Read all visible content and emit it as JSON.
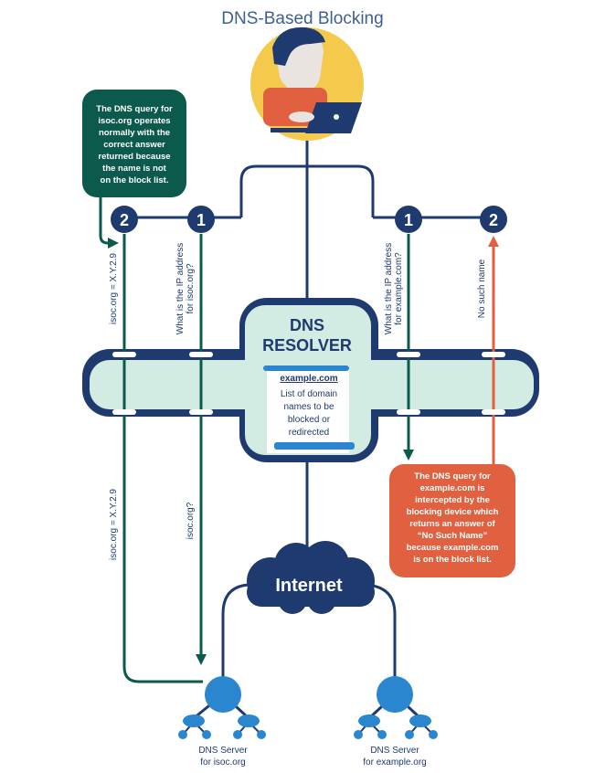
{
  "title": "DNS-Based Blocking",
  "resolver": {
    "line1": "DNS",
    "line2": "RESOLVER",
    "note_title": "example.com",
    "note_lines": [
      "List of domain",
      "names to be",
      "blocked or",
      "redirected"
    ]
  },
  "internet_label": "Internet",
  "servers": {
    "left_line1": "DNS Server",
    "left_line2": "for isoc.org",
    "right_line1": "DNS Server",
    "right_line2": "for example.org"
  },
  "steps": {
    "one": "1",
    "two": "2"
  },
  "flow_labels": {
    "left_answer_top": "isoc.org = X.Y.2.9",
    "left_query_top_1": "What is the IP address",
    "left_query_top_2": "for isoc.org?",
    "left_answer_bottom": "isoc.org = X.Y.2.9",
    "left_query_bottom": "isoc.org?",
    "right_query_top_1": "What is the IP address",
    "right_query_top_2": "for example.com?",
    "right_answer_top": "No such name"
  },
  "callouts": {
    "left": [
      "The DNS query for",
      "isoc.org operates",
      "normally with the",
      "correct answer",
      "returned because",
      "the name is not",
      "on the block list."
    ],
    "right": [
      "The DNS query for",
      "example.com is",
      "intercepted by the",
      "blocking device which",
      "returns an answer of",
      "“No Such Name”",
      "because example.com",
      "is on the block list."
    ]
  },
  "colors": {
    "navy": "#1f3a6e",
    "green": "#0c5a4c",
    "orange": "#e0603f",
    "mint": "#d3ece3",
    "title": "#3e5f93",
    "node": "#2a86cf",
    "sun": "#f4c94c"
  },
  "icons": [
    "user-laptop-icon",
    "server-network-icon",
    "cloud-icon"
  ]
}
